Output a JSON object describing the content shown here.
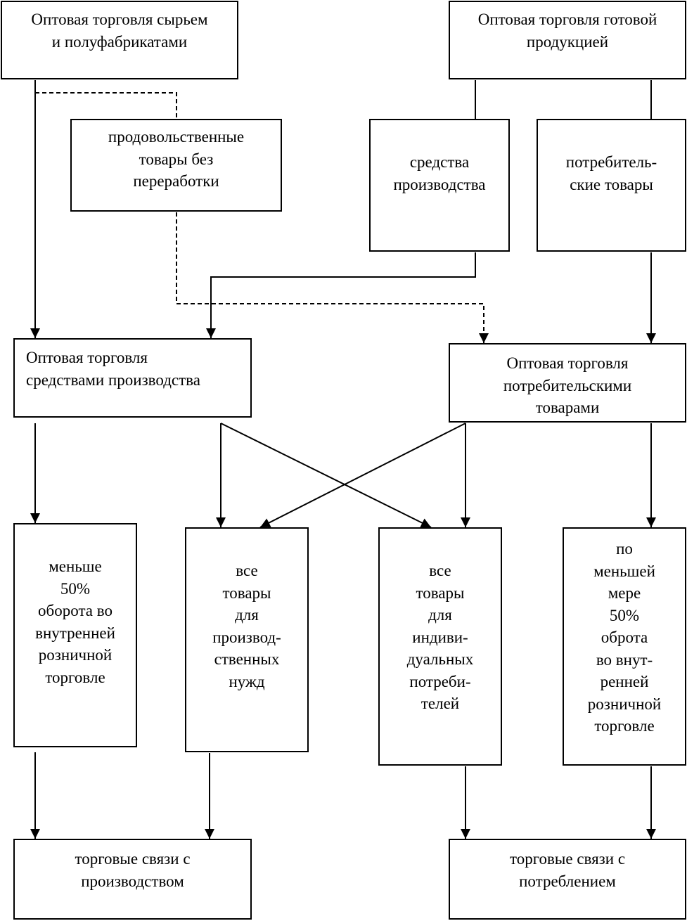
{
  "nodes": {
    "raw_materials_wholesale": "Оптовая торговля сырьем\nи полуфабрикатами",
    "finished_goods_wholesale": "Оптовая торговля готовой\nпродукцией",
    "unprocessed_food": "продовольственные\nтовары без\nпереработки",
    "means_of_production": "средства\nпроизводства",
    "consumer_goods": "потребитель-\nские товары",
    "means_of_production_wholesale": "Оптовая торговля\nсредствами производства",
    "consumer_goods_wholesale": "Оптовая торговля\nпотребительскими\nтоварами",
    "less_than_50": "меньше\n50%\nоборота во\nвнутренней\nрозничной\nторговле",
    "industrial_needs": "все\nтовары\nдля\nпроизвод-\nственных\nнужд",
    "individual_consumers": "все\nтовары\nдля\nиндиви-\nдуальных\nпотреби-\nтелей",
    "at_least_50": "по\nменьшей\nмере\n50%\nоброта\nво внут-\nренней\nрозничной\nторговле",
    "production_links": "торговые связи с\nпроизводством",
    "consumption_links": "торговые связи с\nпотреблением"
  },
  "edges": [
    {
      "from": "raw_materials_wholesale",
      "to": "means_of_production_wholesale",
      "style": "solid"
    },
    {
      "from": "raw_materials_wholesale",
      "to": "unprocessed_food",
      "style": "dashed"
    },
    {
      "from": "unprocessed_food",
      "to": "consumer_goods_wholesale",
      "style": "dashed"
    },
    {
      "from": "finished_goods_wholesale",
      "to": "means_of_production",
      "style": "solid"
    },
    {
      "from": "finished_goods_wholesale",
      "to": "consumer_goods",
      "style": "solid"
    },
    {
      "from": "means_of_production",
      "to": "means_of_production_wholesale",
      "style": "solid"
    },
    {
      "from": "consumer_goods",
      "to": "consumer_goods_wholesale",
      "style": "solid"
    },
    {
      "from": "means_of_production_wholesale",
      "to": "less_than_50",
      "style": "solid"
    },
    {
      "from": "means_of_production_wholesale",
      "to": "industrial_needs",
      "style": "solid"
    },
    {
      "from": "means_of_production_wholesale",
      "to": "individual_consumers",
      "style": "solid"
    },
    {
      "from": "consumer_goods_wholesale",
      "to": "industrial_needs",
      "style": "solid"
    },
    {
      "from": "consumer_goods_wholesale",
      "to": "individual_consumers",
      "style": "solid"
    },
    {
      "from": "consumer_goods_wholesale",
      "to": "at_least_50",
      "style": "solid"
    },
    {
      "from": "less_than_50",
      "to": "production_links",
      "style": "solid"
    },
    {
      "from": "industrial_needs",
      "to": "production_links",
      "style": "solid"
    },
    {
      "from": "individual_consumers",
      "to": "consumption_links",
      "style": "solid"
    },
    {
      "from": "at_least_50",
      "to": "consumption_links",
      "style": "solid"
    }
  ],
  "colors": {
    "line": "#000000",
    "background": "#ffffff"
  }
}
